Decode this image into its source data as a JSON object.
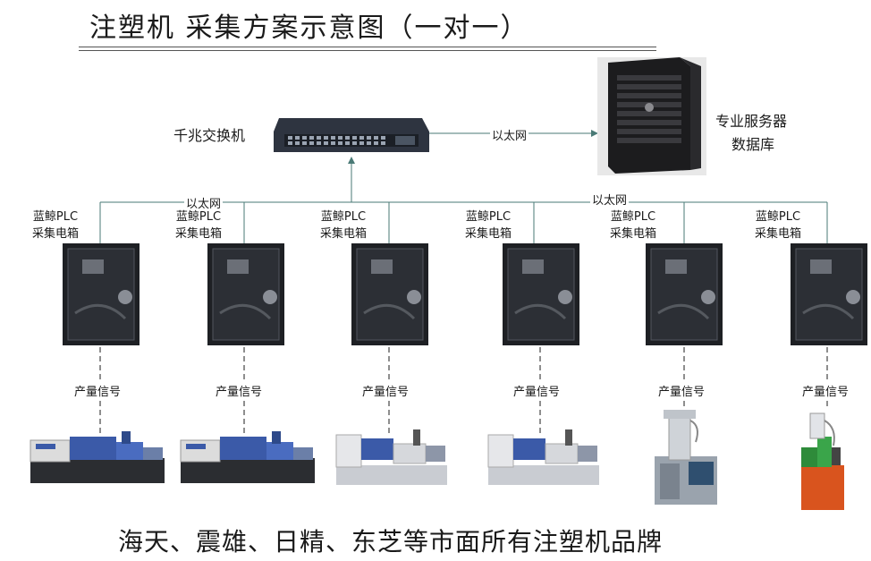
{
  "title": "注塑机  采集方案示意图（一对一）",
  "switch_label": "千兆交换机",
  "server_label_1": "专业服务器",
  "server_label_2": "数据库",
  "ethernet_top": "以太网",
  "ethernet_left": "以太网",
  "ethernet_right": "以太网",
  "plc_label_1": "蓝鲸PLC",
  "plc_label_2": "采集电箱",
  "signal_label": "产量信号",
  "footer": "海天、震雄、日精、东芝等市面所有注塑机品牌",
  "colors": {
    "line": "#4a7a76",
    "switch": "#2e3440",
    "box": "#1e2024",
    "machine_blue": "#3b5aa8"
  }
}
